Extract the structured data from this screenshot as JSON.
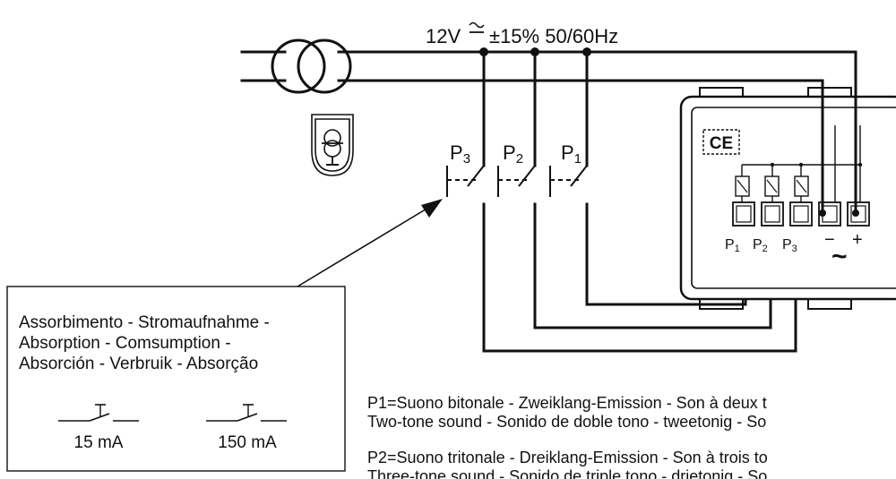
{
  "supply_label": "12V",
  "supply_tolerance": "±15% 50/60Hz",
  "buttons": [
    "P3",
    "P2",
    "P1"
  ],
  "device": {
    "ce_mark": "CE",
    "terminals": [
      "P1",
      "P2",
      "P3"
    ],
    "minus": "−",
    "plus": "+",
    "ac": "~"
  },
  "info_box": {
    "lines": [
      "Assorbimento - Stromaufnahme -",
      "Absorption - Comsumption -",
      "Absorción - Verbruik - Absorção"
    ],
    "values": [
      "15 mA",
      "150 mA"
    ]
  },
  "legend": {
    "p1_label": "P1",
    "p1_line1": "=Suono bitonale - Zweiklang-Emission - Son à deux t",
    "p1_line2": "Two-tone sound - Sonido de doble tono - tweetonig - So",
    "p2_label": "P2",
    "p2_line1": "=Suono tritonale - Dreiklang-Emission - Son à trois to",
    "p2_line2": "Three-tone sound - Sonido de triple tono - drietonig - So"
  }
}
